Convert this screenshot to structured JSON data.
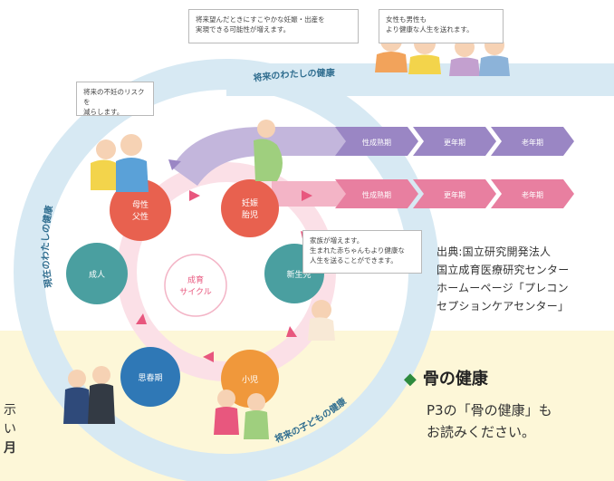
{
  "diagram": {
    "arc_label_top": "将来のわたしの健康",
    "arc_label_left": "現在のわたしの健康",
    "arc_label_bottom": "将来の子どもの健康",
    "center_label": [
      "成育",
      "サイクル"
    ],
    "nodes": {
      "parent": [
        "母性",
        "父性"
      ],
      "pregnancy": [
        "妊娠",
        "胎児"
      ],
      "newborn": "新生児",
      "child": "小児",
      "adolescent": "思春期",
      "adult": "成人"
    },
    "stages_upper": [
      "性成熟期",
      "更年期",
      "老年期"
    ],
    "stages_lower": [
      "性成熟期",
      "更年期",
      "老年期"
    ],
    "callouts": {
      "risk": [
        "将来の不妊のリスクを",
        "減らします。"
      ],
      "pregnancy": [
        "将来望んだときにすこやかな妊娠・出産を",
        "実現できる可能性が増えます。"
      ],
      "elder": [
        "女性も男性も",
        "より健康な人生を送れます。"
      ],
      "family": [
        "家族が増えます。",
        "生まれた赤ちゃんもより健康な",
        "人生を送ることができます。"
      ]
    }
  },
  "source": [
    "出典:国立研究開発法人",
    "国立成育医療研究センター",
    "ホームーページ「プレコン",
    "セプションケアセンター」"
  ],
  "bone_section": {
    "title": "骨の健康",
    "text": [
      "P3の「骨の健康」も",
      "お読みください。"
    ]
  },
  "clipped_text": [
    "示",
    "い",
    "月"
  ],
  "colors": {
    "coral": "#e8614f",
    "teal": "#4a9fa0",
    "blue": "#2f78b6",
    "orange": "#f0983b",
    "pink_arrow": "#e8577e",
    "purple_band": "#c3b6dc",
    "pink_band": "#f3b4c6",
    "green_accent": "#2e8b3e"
  }
}
